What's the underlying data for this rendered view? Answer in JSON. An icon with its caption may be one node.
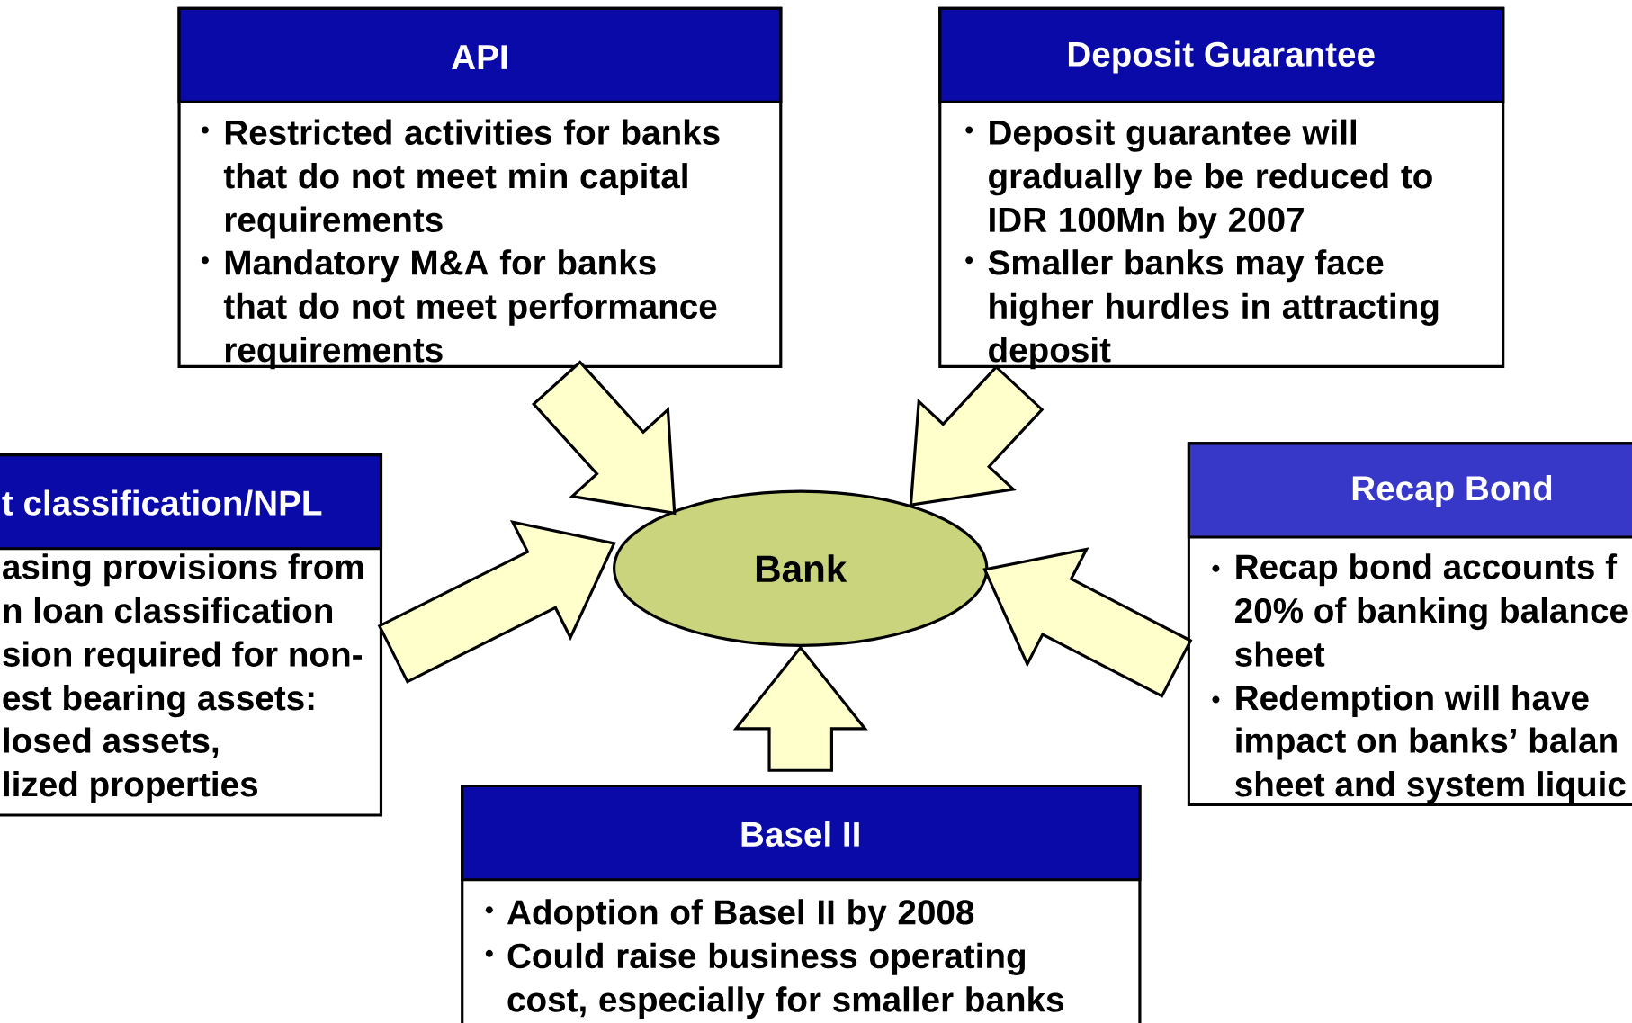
{
  "diagram": {
    "nodes": [
      {
        "text": [
          "API",
          "Restricted activities for banks that do not meet min capital requirements",
          "Mandatory M&A for banks that do not meet performance requirements"
        ]
      },
      {
        "text": [
          "Deposit Guarantee",
          "Deposit guarantee will gradually be be reduced to IDR 100Mn by 2007",
          "Smaller banks may face higher hurdles in attracting deposit"
        ]
      },
      {
        "text": [
          "t classification/NPL",
          "asing provisions from",
          "n loan classification",
          "sion required for non-",
          "est bearing assets:",
          "losed assets,",
          "lized properties"
        ]
      },
      {
        "text": [
          "Bank"
        ]
      },
      {
        "text": [
          "Recap Bond",
          "Recap bond accounts f",
          "20% of banking balance",
          "sheet",
          "Redemption will have",
          "impact on banks’ balan",
          "sheet and system liquic"
        ]
      },
      {
        "text": [
          "Basel II",
          "Adoption of Basel II by 2008",
          "Could raise business operating cost, especially for smaller banks"
        ]
      }
    ],
    "edges": [
      {
        "from": 0,
        "to": 3,
        "arrow": "to"
      },
      {
        "from": 1,
        "to": 3,
        "arrow": "to"
      },
      {
        "from": 2,
        "to": 3,
        "arrow": "to"
      },
      {
        "from": 4,
        "to": 3,
        "arrow": "to"
      },
      {
        "from": 5,
        "to": 3,
        "arrow": "to"
      }
    ]
  }
}
